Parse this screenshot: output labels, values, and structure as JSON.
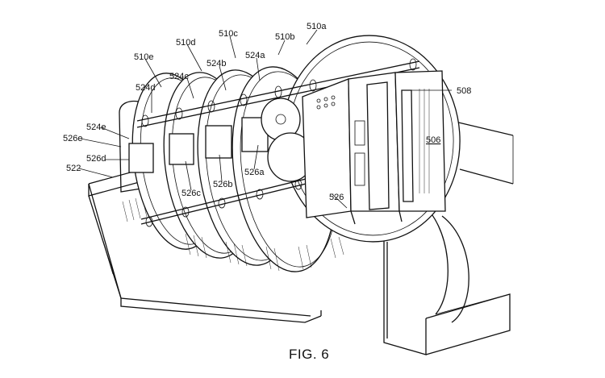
{
  "figure": {
    "caption": "FIG. 6",
    "labels": {
      "l510a": "510a",
      "l510b": "510b",
      "l510c": "510c",
      "l510d": "510d",
      "l510e": "510e",
      "l524a": "524a",
      "l524b": "524b",
      "l524c": "524c",
      "l524d": "524d",
      "l524e": "524e",
      "l526": "526",
      "l526a": "526a",
      "l526b": "526b",
      "l526c": "526c",
      "l526d": "526d",
      "l526e": "526e",
      "l522": "522",
      "l506": "506",
      "l508": "508"
    }
  }
}
